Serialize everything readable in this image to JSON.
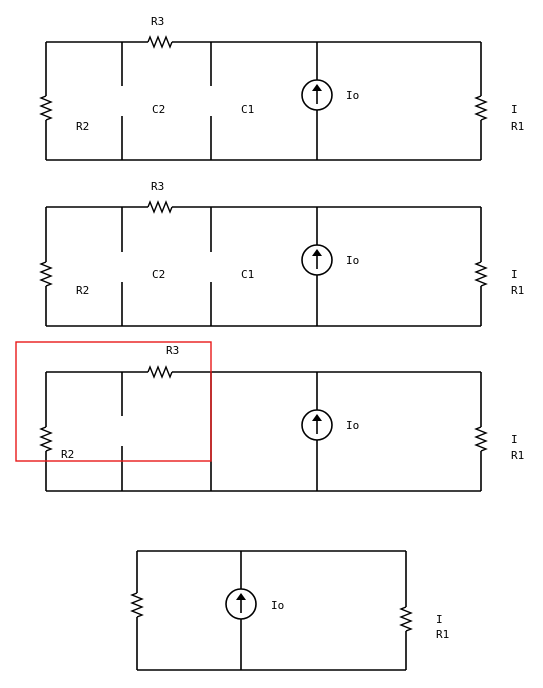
{
  "circuits": [
    {
      "labels": {
        "r3": "R3",
        "r2": "R2",
        "c2": "C2",
        "c1": "C1",
        "io": "Io",
        "i": "I",
        "r1": "R1"
      }
    },
    {
      "labels": {
        "r3": "R3",
        "r2": "R2",
        "c2": "C2",
        "c1": "C1",
        "io": "Io",
        "i": "I",
        "r1": "R1"
      }
    },
    {
      "labels": {
        "r3": "R3",
        "r2": "R2",
        "io": "Io",
        "i": "I",
        "r1": "R1"
      },
      "highlight_color": "#e8191a"
    },
    {
      "labels": {
        "io": "Io",
        "i": "I",
        "r1": "R1"
      }
    }
  ]
}
